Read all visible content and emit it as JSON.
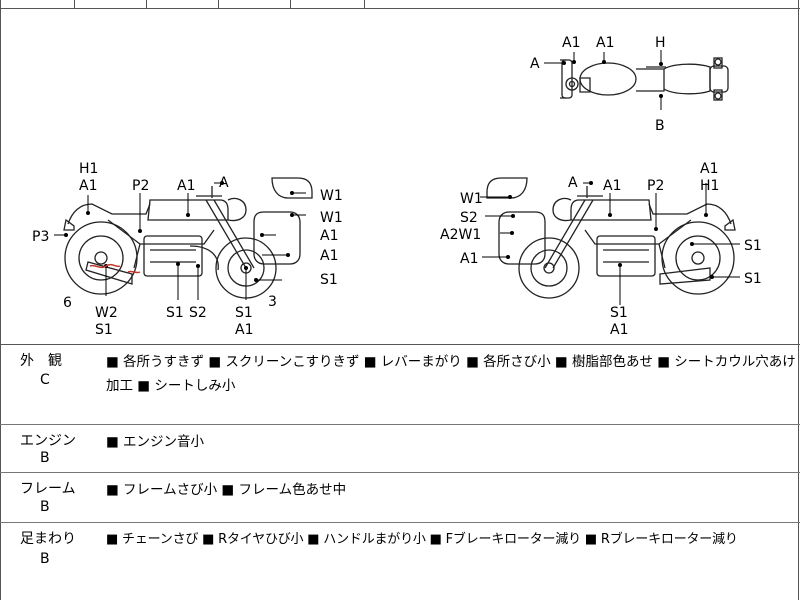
{
  "diagram": {
    "top_view": {
      "labels": [
        "A",
        "A1",
        "A1",
        "H",
        "B"
      ]
    },
    "left_view": {
      "labels": [
        "H1",
        "A1",
        "P2",
        "A1",
        "A",
        "W1",
        "W1",
        "A1",
        "A1",
        "S1",
        "P3",
        "6",
        "W2",
        "S1",
        "S1",
        "S2",
        "S1",
        "A1",
        "3"
      ]
    },
    "right_view": {
      "labels": [
        "A1",
        "A",
        "A1",
        "P2",
        "H1",
        "W1",
        "S2",
        "A2W1",
        "A1",
        "S1",
        "S1",
        "S1",
        "A1"
      ]
    }
  },
  "sections": [
    {
      "category": "外　観",
      "grade": "C",
      "text": "■ 各所うすきず ■ スクリーンこすりきず ■ レバーまがり ■ 各所さび小 ■ 樹脂部色あせ ■ シートカウル穴あけ加工 ■ シートしみ小"
    },
    {
      "category": "エンジン",
      "grade": "B",
      "text": "■ エンジン音小"
    },
    {
      "category": "フレーム",
      "grade": "B",
      "text": "■ フレームさび小 ■ フレーム色あせ中"
    },
    {
      "category": "足まわり",
      "grade": "B",
      "text": "■ チェーンさび ■ Rタイヤひび小 ■ ハンドルまがり小 ■ Fブレーキローター減り ■ Rブレーキローター減り"
    }
  ]
}
